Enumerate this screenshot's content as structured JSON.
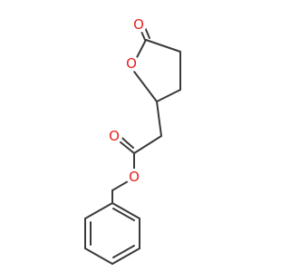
{
  "molecule": {
    "atoms": [
      {
        "label": "O",
        "color": "#e8201e"
      },
      {
        "label": "O",
        "color": "#e8201e"
      },
      {
        "label": "O",
        "color": "#e8201e"
      },
      {
        "label": "O",
        "color": "#e8201e"
      }
    ],
    "bond_color": "#3a3a3a"
  }
}
